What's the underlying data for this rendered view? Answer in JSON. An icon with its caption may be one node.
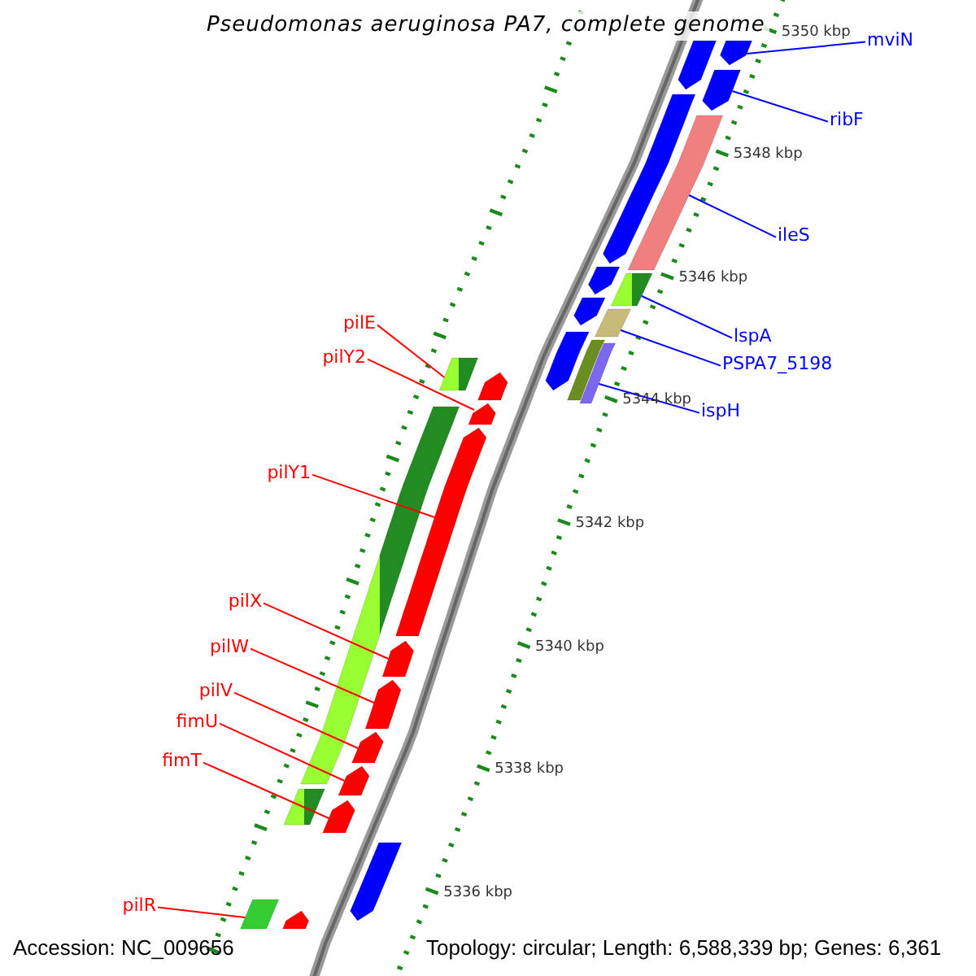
{
  "diagram": {
    "title": "Pseudomonas aeruginosa PA7, complete genome",
    "nodes": [
      {
        "text": [
          "mviN"
        ]
      },
      {
        "text": [
          "ribF"
        ]
      },
      {
        "text": [
          "ileS"
        ]
      },
      {
        "text": [
          "pilE"
        ]
      },
      {
        "text": [
          "lspA"
        ]
      },
      {
        "text": [
          "PSPA7_5198"
        ]
      },
      {
        "text": [
          "pilY2"
        ]
      },
      {
        "text": [
          "ispH"
        ]
      },
      {
        "text": [
          "pilY1"
        ]
      },
      {
        "text": [
          "pilX"
        ]
      },
      {
        "text": [
          "pilW"
        ]
      },
      {
        "text": [
          "pilV"
        ]
      },
      {
        "text": [
          "fimU"
        ]
      },
      {
        "text": [
          "fimT"
        ]
      },
      {
        "text": [
          "pilR"
        ]
      },
      {
        "text": [],
        "shape": "arrow"
      },
      {
        "text": [],
        "shape": "arrow"
      },
      {
        "text": [],
        "shape": "arrow"
      },
      {
        "text": [],
        "shape": "arrow"
      },
      {
        "text": [],
        "shape": "box"
      },
      {
        "text": [],
        "shape": "box"
      },
      {
        "text": [],
        "shape": "arrow"
      },
      {
        "text": [],
        "shape": "arrow"
      },
      {
        "text": [],
        "shape": "box"
      },
      {
        "text": [],
        "shape": "arrow"
      },
      {
        "text": [],
        "shape": "box"
      },
      {
        "text": [],
        "shape": "box"
      },
      {
        "text": [],
        "shape": "box"
      },
      {
        "text": [],
        "shape": "arrow"
      },
      {
        "text": [],
        "shape": "arrow"
      },
      {
        "text": [],
        "shape": "box"
      },
      {
        "text": [],
        "shape": "arrow"
      },
      {
        "text": [],
        "shape": "arrow"
      },
      {
        "text": [],
        "shape": "arrow"
      },
      {
        "text": [],
        "shape": "arrow"
      },
      {
        "text": [],
        "shape": "arrow"
      },
      {
        "text": [],
        "shape": "arrow"
      },
      {
        "text": [],
        "shape": "box"
      },
      {
        "text": [],
        "shape": "arrow"
      },
      {
        "text": [],
        "shape": "box"
      },
      {
        "text": [],
        "shape": "arrow"
      }
    ],
    "edges": [
      {
        "from": 0,
        "to": 15,
        "arrow": "none",
        "color": "#0000ff"
      },
      {
        "from": 1,
        "to": 17,
        "arrow": "none",
        "color": "#0000ff"
      },
      {
        "from": 2,
        "to": 19,
        "arrow": "none",
        "color": "#0000ff"
      },
      {
        "from": 3,
        "to": 27,
        "arrow": "none"
      },
      {
        "from": 4,
        "to": 20,
        "arrow": "none",
        "color": "#0000ff"
      },
      {
        "from": 5,
        "to": 23,
        "arrow": "none",
        "color": "#0000ff"
      },
      {
        "from": 6,
        "to": 29,
        "arrow": "none"
      },
      {
        "from": 7,
        "to": 26,
        "arrow": "none",
        "color": "#0000ff"
      },
      {
        "from": 8,
        "to": 31,
        "arrow": "none"
      },
      {
        "from": 9,
        "to": 32,
        "arrow": "none"
      },
      {
        "from": 10,
        "to": 33,
        "arrow": "none"
      },
      {
        "from": 11,
        "to": 34,
        "arrow": "none"
      },
      {
        "from": 12,
        "to": 35,
        "arrow": "none"
      },
      {
        "from": 13,
        "to": 36,
        "arrow": "none"
      },
      {
        "from": 14,
        "to": 39,
        "arrow": "none"
      }
    ],
    "labels": [
      "5350 kbp",
      "5348 kbp",
      "5346 kbp",
      "5344 kbp",
      "5342 kbp",
      "5340 kbp",
      "5338 kbp",
      "5336 kbp",
      "Accession: NC_009656",
      "Topology: circular; Length: 6,588,339 bp; Genes: 6,361"
    ]
  }
}
